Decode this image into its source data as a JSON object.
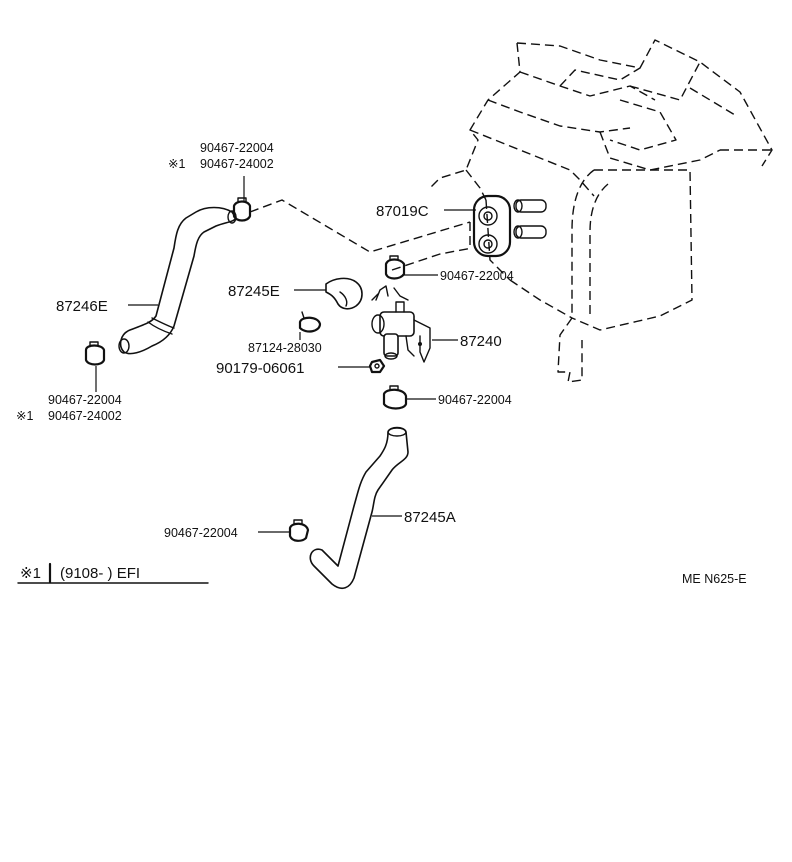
{
  "labels": {
    "clamp_top_a": "90467-22004",
    "clamp_top_b": "90467-24002",
    "clamp_left_a": "90467-22004",
    "clamp_left_b": "90467-24002",
    "note_mark_1": "※1",
    "note_mark_2": "※1",
    "hose_upper": "87246E",
    "gasket": "87019C",
    "clamp_valve": "90467-22004",
    "hose_short": "87245E",
    "valve": "87240",
    "clamp_small": "87124-28030",
    "nut": "90179-06061",
    "clamp_lower": "90467-22004",
    "hose_lower": "87245A",
    "clamp_bottom": "90467-22004",
    "footnote_mark": "※1",
    "footnote_text": "(9108-        ) EFI",
    "figure_code": "ME N625-E"
  }
}
